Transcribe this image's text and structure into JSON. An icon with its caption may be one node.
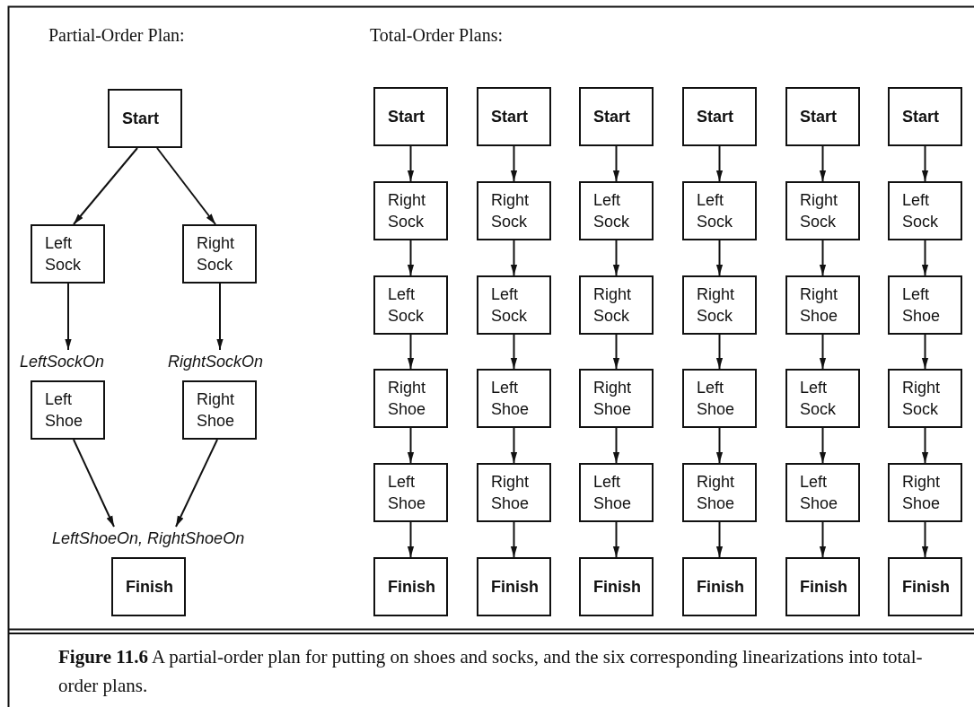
{
  "diagram": {
    "caption": "**Figure 11.6** A partial-order plan for putting on shoes and socks, and the six corresponding linearizations into total-order plans.",
    "nodes": [
      {
        "text": [
          "Start"
        ]
      },
      {
        "text": [
          "Left Sock"
        ]
      },
      {
        "text": [
          "Right Sock"
        ]
      },
      {
        "text": [
          "Left Shoe"
        ],
        "beside": [
          "LeftSockOn"
        ]
      },
      {
        "text": [
          "Right Shoe"
        ],
        "beside": [
          "RightSockOn"
        ]
      },
      {
        "text": [
          "Finish"
        ],
        "beside": [
          "LeftShoeOn, RightShoeOn"
        ]
      },
      {
        "text": [
          "Start"
        ]
      },
      {
        "text": [
          "Right Sock"
        ]
      },
      {
        "text": [
          "Left Sock"
        ]
      },
      {
        "text": [
          "Right Shoe"
        ]
      },
      {
        "text": [
          "Left Shoe"
        ]
      },
      {
        "text": [
          "Finish"
        ]
      },
      {
        "text": [
          "Start"
        ]
      },
      {
        "text": [
          "Right Sock"
        ]
      },
      {
        "text": [
          "Left Sock"
        ]
      },
      {
        "text": [
          "Left Shoe"
        ]
      },
      {
        "text": [
          "Right Shoe"
        ]
      },
      {
        "text": [
          "Finish"
        ]
      },
      {
        "text": [
          "Start"
        ]
      },
      {
        "text": [
          "Left Sock"
        ]
      },
      {
        "text": [
          "Right Sock"
        ]
      },
      {
        "text": [
          "Right Shoe"
        ]
      },
      {
        "text": [
          "Left Shoe"
        ]
      },
      {
        "text": [
          "Finish"
        ]
      },
      {
        "text": [
          "Start"
        ]
      },
      {
        "text": [
          "Left Sock"
        ]
      },
      {
        "text": [
          "Right Sock"
        ]
      },
      {
        "text": [
          "Left Shoe"
        ]
      },
      {
        "text": [
          "Right Shoe"
        ]
      },
      {
        "text": [
          "Finish"
        ]
      },
      {
        "text": [
          "Start"
        ]
      },
      {
        "text": [
          "Right Sock"
        ]
      },
      {
        "text": [
          "Right Shoe"
        ]
      },
      {
        "text": [
          "Left Sock"
        ]
      },
      {
        "text": [
          "Left Shoe"
        ]
      },
      {
        "text": [
          "Finish"
        ]
      },
      {
        "text": [
          "Start"
        ]
      },
      {
        "text": [
          "Left Sock"
        ]
      },
      {
        "text": [
          "Left Shoe"
        ]
      },
      {
        "text": [
          "Right Sock"
        ]
      },
      {
        "text": [
          "Right Shoe"
        ]
      },
      {
        "text": [
          "Finish"
        ]
      }
    ],
    "edges": [
      {
        "from": 0,
        "to": 1,
        "arrow": "to"
      },
      {
        "from": 0,
        "to": 2,
        "arrow": "to"
      },
      {
        "from": 1,
        "to": 3,
        "arrow": "to"
      },
      {
        "from": 2,
        "to": 4,
        "arrow": "to"
      },
      {
        "from": 3,
        "to": 5,
        "arrow": "to"
      },
      {
        "from": 4,
        "to": 5,
        "arrow": "to"
      },
      {
        "from": 6,
        "to": 7,
        "arrow": "to"
      },
      {
        "from": 7,
        "to": 8,
        "arrow": "to"
      },
      {
        "from": 8,
        "to": 9,
        "arrow": "to"
      },
      {
        "from": 9,
        "to": 10,
        "arrow": "to"
      },
      {
        "from": 10,
        "to": 11,
        "arrow": "to"
      },
      {
        "from": 12,
        "to": 13,
        "arrow": "to"
      },
      {
        "from": 13,
        "to": 14,
        "arrow": "to"
      },
      {
        "from": 14,
        "to": 15,
        "arrow": "to"
      },
      {
        "from": 15,
        "to": 16,
        "arrow": "to"
      },
      {
        "from": 16,
        "to": 17,
        "arrow": "to"
      },
      {
        "from": 18,
        "to": 19,
        "arrow": "to"
      },
      {
        "from": 19,
        "to": 20,
        "arrow": "to"
      },
      {
        "from": 20,
        "to": 21,
        "arrow": "to"
      },
      {
        "from": 21,
        "to": 22,
        "arrow": "to"
      },
      {
        "from": 22,
        "to": 23,
        "arrow": "to"
      },
      {
        "from": 24,
        "to": 25,
        "arrow": "to"
      },
      {
        "from": 25,
        "to": 26,
        "arrow": "to"
      },
      {
        "from": 26,
        "to": 27,
        "arrow": "to"
      },
      {
        "from": 27,
        "to": 28,
        "arrow": "to"
      },
      {
        "from": 28,
        "to": 29,
        "arrow": "to"
      },
      {
        "from": 30,
        "to": 31,
        "arrow": "to"
      },
      {
        "from": 31,
        "to": 32,
        "arrow": "to"
      },
      {
        "from": 32,
        "to": 33,
        "arrow": "to"
      },
      {
        "from": 33,
        "to": 34,
        "arrow": "to"
      },
      {
        "from": 34,
        "to": 35,
        "arrow": "to"
      },
      {
        "from": 36,
        "to": 37,
        "arrow": "to"
      },
      {
        "from": 37,
        "to": 38,
        "arrow": "to"
      },
      {
        "from": 38,
        "to": 39,
        "arrow": "to"
      },
      {
        "from": 39,
        "to": 40,
        "arrow": "to"
      },
      {
        "from": 40,
        "to": 41,
        "arrow": "to"
      }
    ],
    "labels": [
      "Partial-Order Plan:",
      "Total-Order Plans:"
    ]
  }
}
